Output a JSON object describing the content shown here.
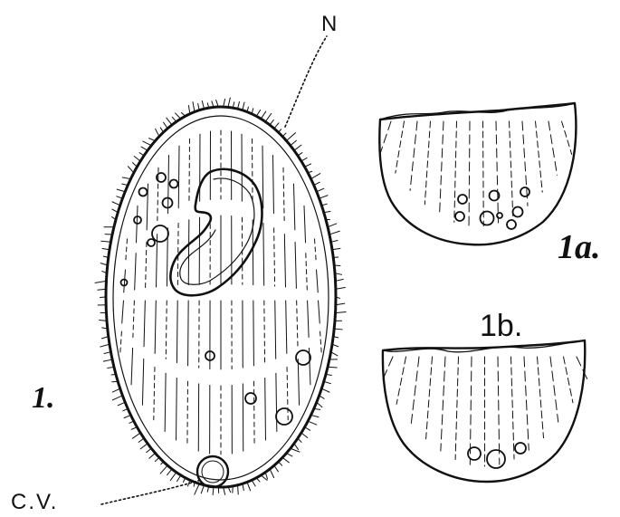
{
  "labels": {
    "nucleus": "N",
    "contractile_vacuole": "C.V.",
    "fig_main": "1.",
    "fig_a": "1a.",
    "fig_b": "1b."
  },
  "colors": {
    "ink": "#111111",
    "paper": "#ffffff"
  }
}
